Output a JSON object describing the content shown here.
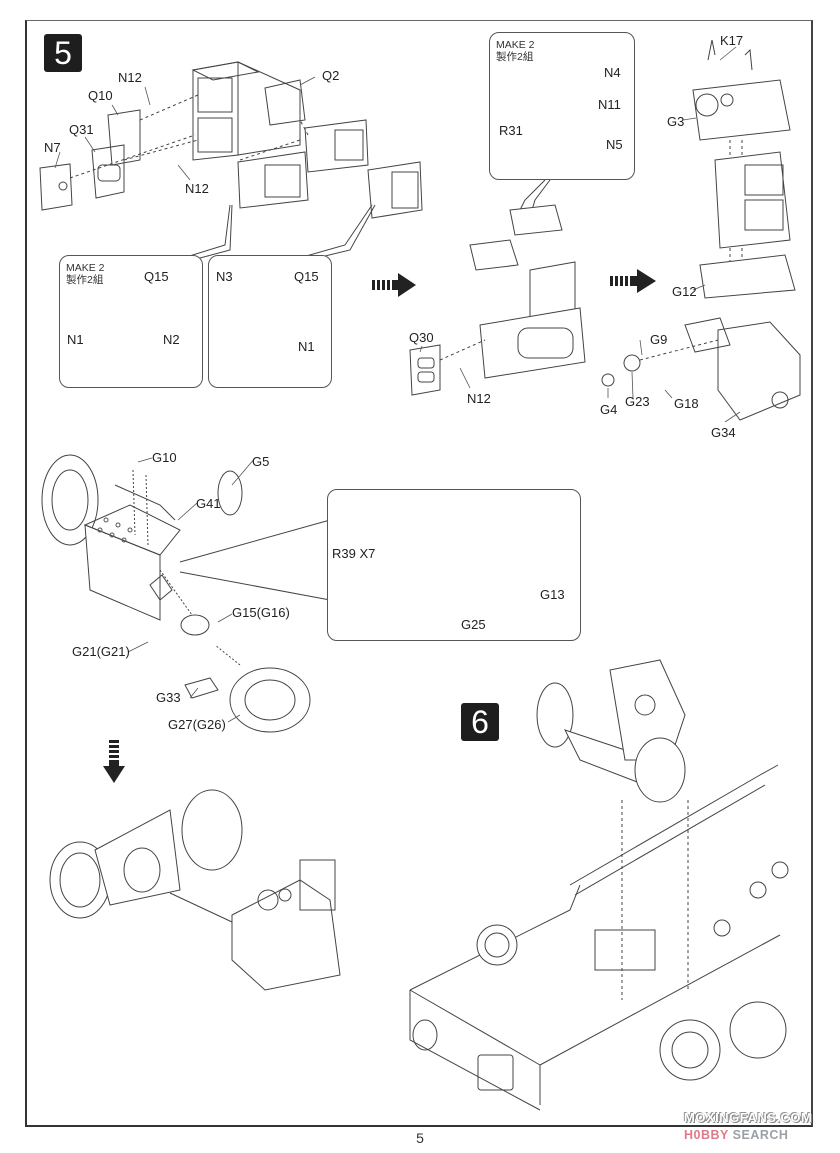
{
  "page": {
    "page_number": "5",
    "steps": [
      {
        "number": "5"
      },
      {
        "number": "6"
      }
    ]
  },
  "step5": {
    "labels": {
      "n12_top": "N12",
      "q2": "Q2",
      "q10": "Q10",
      "q31": "Q31",
      "n7": "N7",
      "n12_bottom": "N12",
      "q30": "Q30",
      "n12_right": "N12",
      "k17": "K17",
      "g3": "G3",
      "g12": "G12",
      "g9": "G9",
      "g4": "G4",
      "g23": "G23",
      "g18": "G18",
      "g34": "G34",
      "g10": "G10",
      "g5": "G5",
      "g41": "G41",
      "g15_g16": "G15(G16)",
      "g21_g21": "G21(G21)",
      "g33": "G33",
      "g27_g26": "G27(G26)"
    },
    "callout_left": {
      "make_en": "MAKE 2",
      "make_cn": "製作2組",
      "labels": {
        "q15": "Q15",
        "n1": "N1",
        "n2": "N2"
      }
    },
    "callout_middle": {
      "labels": {
        "n3": "N3",
        "q15": "Q15",
        "n1": "N1"
      }
    },
    "callout_top": {
      "make_en": "MAKE 2",
      "make_cn": "製作2組",
      "labels": {
        "n4": "N4",
        "n11": "N11",
        "r31": "R31",
        "n5": "N5"
      }
    },
    "callout_engine": {
      "labels": {
        "r39": "R39 X7",
        "g13": "G13",
        "g25": "G25"
      }
    }
  },
  "watermark": {
    "site": "MOXINGFANS.COM",
    "hobby": "H0BBY",
    "search": "SEARCH"
  }
}
